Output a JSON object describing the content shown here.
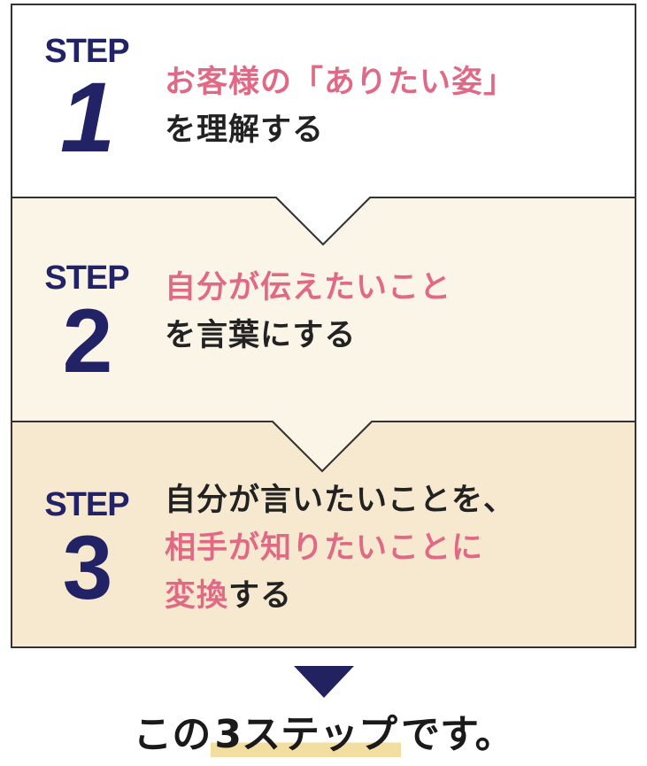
{
  "colors": {
    "step1_bg": "#ffffff",
    "step2_bg": "#fbf5e8",
    "step3_bg": "#f6e9cf",
    "border": "#333333",
    "step_label": "#222266",
    "accent_pink": "#e06a86",
    "text_dark": "#222222",
    "arrow": "#232260",
    "highlight": "#f3dea2"
  },
  "steps": [
    {
      "label": "STEP",
      "number": "1",
      "line1_pink": "お客様の「ありたい姿」",
      "line2_dark": "を理解する"
    },
    {
      "label": "STEP",
      "number": "2",
      "line1_pink": "自分が伝えたいこと",
      "line2_dark": "を言葉にする"
    },
    {
      "label": "STEP",
      "number": "3",
      "line1_dark": "自分が言いたいことを、",
      "line2_pink": "相手が知りたいことに",
      "line3_pink": "変換",
      "line3_dark": "する"
    }
  ],
  "conclusion": {
    "prefix": "この",
    "highlight": "3ステップ",
    "suffix": "です。"
  }
}
